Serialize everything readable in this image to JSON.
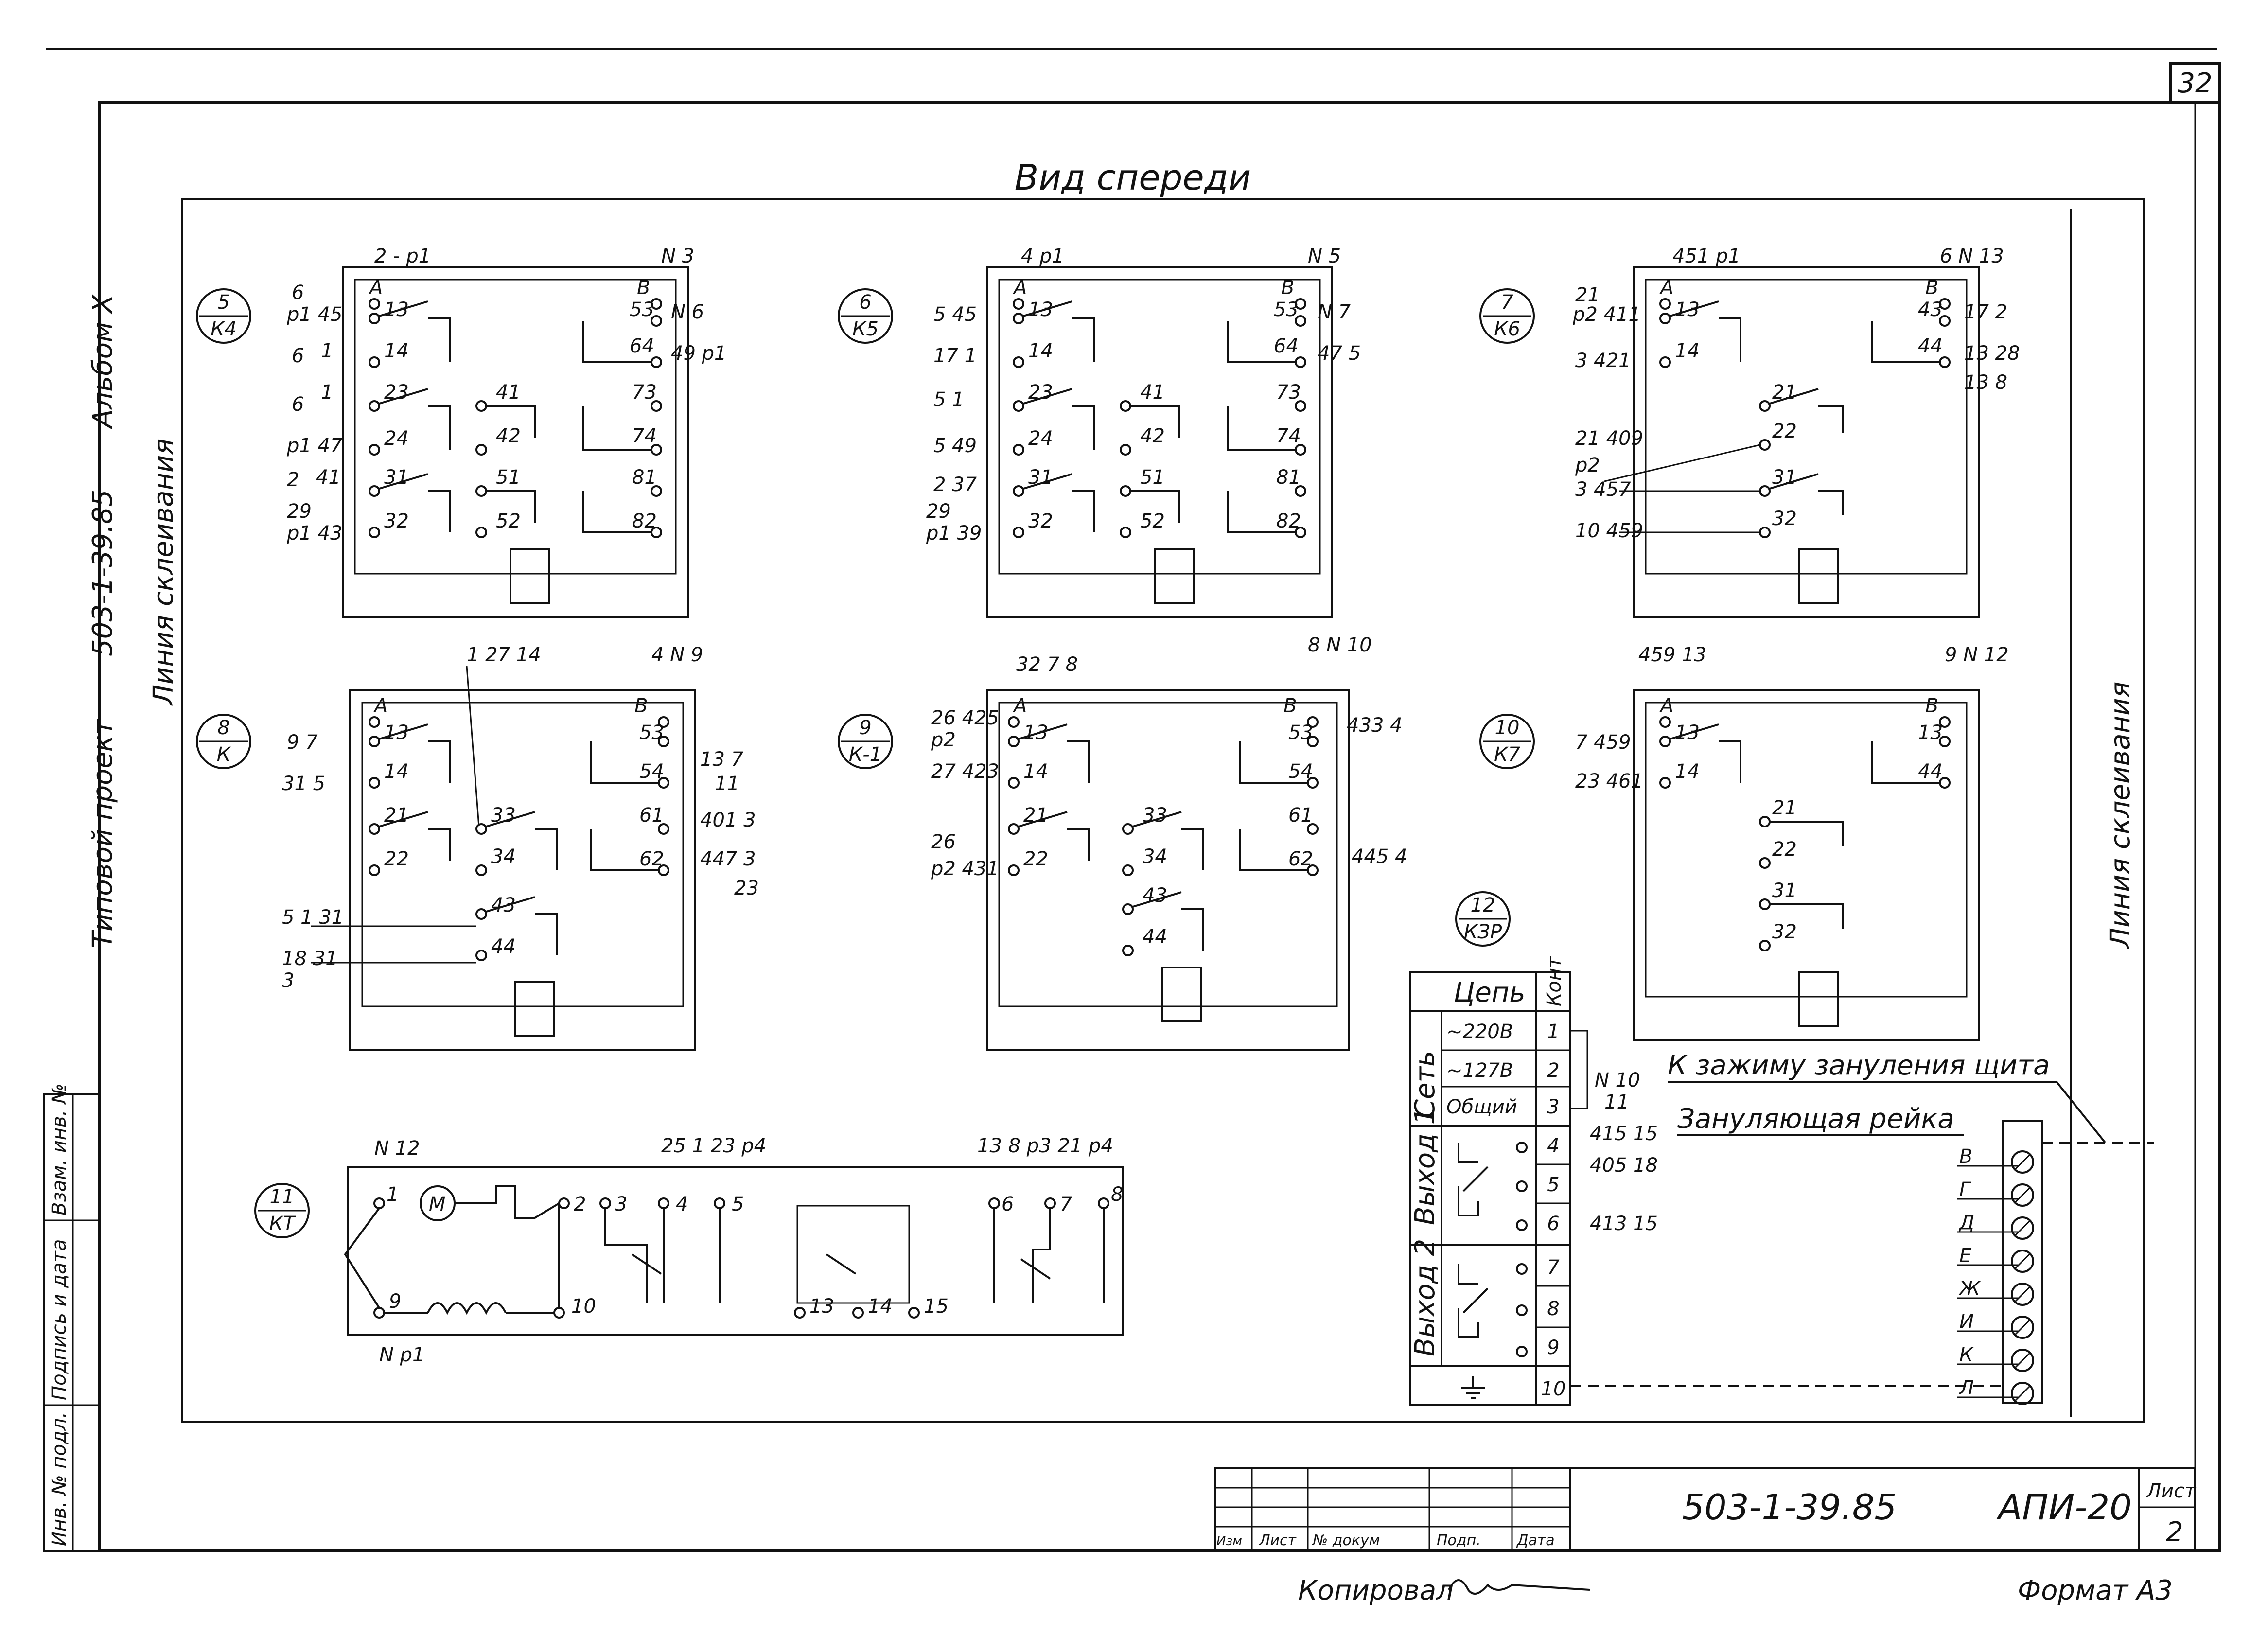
{
  "sheet_number": "32",
  "view_title": "Вид спереди",
  "left_margin": {
    "project_label": "Типовой проект",
    "project_code": "503-1-39.85",
    "album": "Альбом Х"
  },
  "glue_line_left": "Линия склеивания",
  "glue_line_right": "Линия склеивания",
  "relays": [
    {
      "tag_top": "5",
      "tag_bottom": "К4"
    },
    {
      "tag_top": "6",
      "tag_bottom": "К5"
    },
    {
      "tag_top": "7",
      "tag_bottom": "К6"
    },
    {
      "tag_top": "8",
      "tag_bottom": "К"
    },
    {
      "tag_top": "9",
      "tag_bottom": "К-1"
    },
    {
      "tag_top": "10",
      "tag_bottom": "К7"
    },
    {
      "tag_top": "11",
      "tag_bottom": "КТ"
    },
    {
      "tag_top": "12",
      "tag_bottom": "КЗР"
    }
  ],
  "terminal_block": {
    "header_circuit": "Цепь",
    "header_contact": "Конт",
    "group_network": "Сеть",
    "group_out1": "Выход 1",
    "group_out2": "Выход 2",
    "rows": [
      {
        "circuit": "~220В",
        "contact": "1"
      },
      {
        "circuit": "~127В",
        "contact": "2"
      },
      {
        "circuit": "Общий",
        "contact": "3"
      },
      {
        "circuit": "",
        "contact": "4"
      },
      {
        "circuit": "",
        "contact": "5"
      },
      {
        "circuit": "",
        "contact": "6"
      },
      {
        "circuit": "",
        "contact": "7"
      },
      {
        "circuit": "",
        "contact": "8"
      },
      {
        "circuit": "",
        "contact": "9"
      },
      {
        "circuit": "",
        "contact": "10"
      }
    ]
  },
  "bus": {
    "label_ground": "К зажиму зануления щита",
    "label_rail": "Зануляющая рейка",
    "letters": [
      "В",
      "Г",
      "Д",
      "Е",
      "Ж",
      "И",
      "К",
      "Л"
    ]
  },
  "stamp": {
    "doc_code": "503-1-39.85",
    "sheet_code": "АПИ-20",
    "sheet_label": "Лист",
    "sheet_value": "2",
    "cols": [
      "Изм",
      "Лист",
      "№ докум",
      "Подп.",
      "Дата"
    ]
  },
  "side_stamp": [
    "Инв. № подл.",
    "Подпись и дата",
    "Взам. инв. №"
  ],
  "footer_copied": "Копировал",
  "footer_format": "Формат А3"
}
